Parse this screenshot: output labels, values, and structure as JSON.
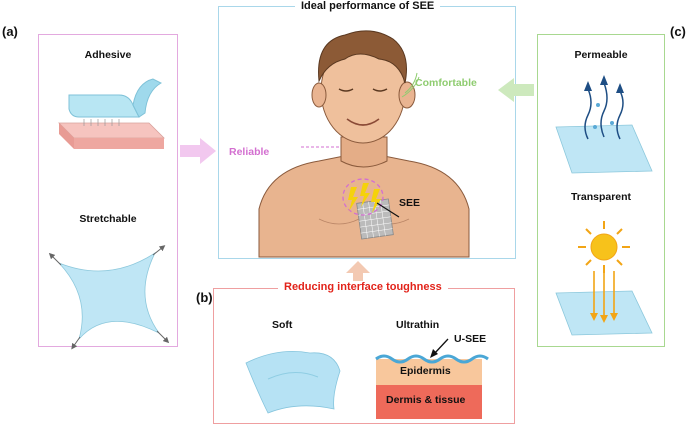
{
  "panel_a": {
    "tag": "(a)",
    "items": [
      {
        "label": "Adhesive"
      },
      {
        "label": "Stretchable"
      }
    ]
  },
  "panel_center": {
    "title": "Ideal performance of SEE",
    "comfortable": "Comfortable",
    "reliable": "Reliable",
    "see": "SEE"
  },
  "panel_b": {
    "tag": "(b)",
    "title": "Reducing interface toughness",
    "soft": "Soft",
    "ultrathin": "Ultrathin",
    "u_see": "U-SEE",
    "epidermis": "Epidermis",
    "dermis": "Dermis & tissue"
  },
  "panel_c": {
    "tag": "(c)",
    "items": [
      {
        "label": "Permeable"
      },
      {
        "label": "Transparent"
      }
    ]
  },
  "colors": {
    "panel_a_border": "#e3a9df",
    "panel_c_border": "#a8d890",
    "center_border": "#a9d7ea",
    "panel_b_border": "#ef9fa0",
    "comfortable": "#8fcc70",
    "reliable": "#d36fd0",
    "b_title": "#e2231a",
    "film": "#a9dff1"
  }
}
